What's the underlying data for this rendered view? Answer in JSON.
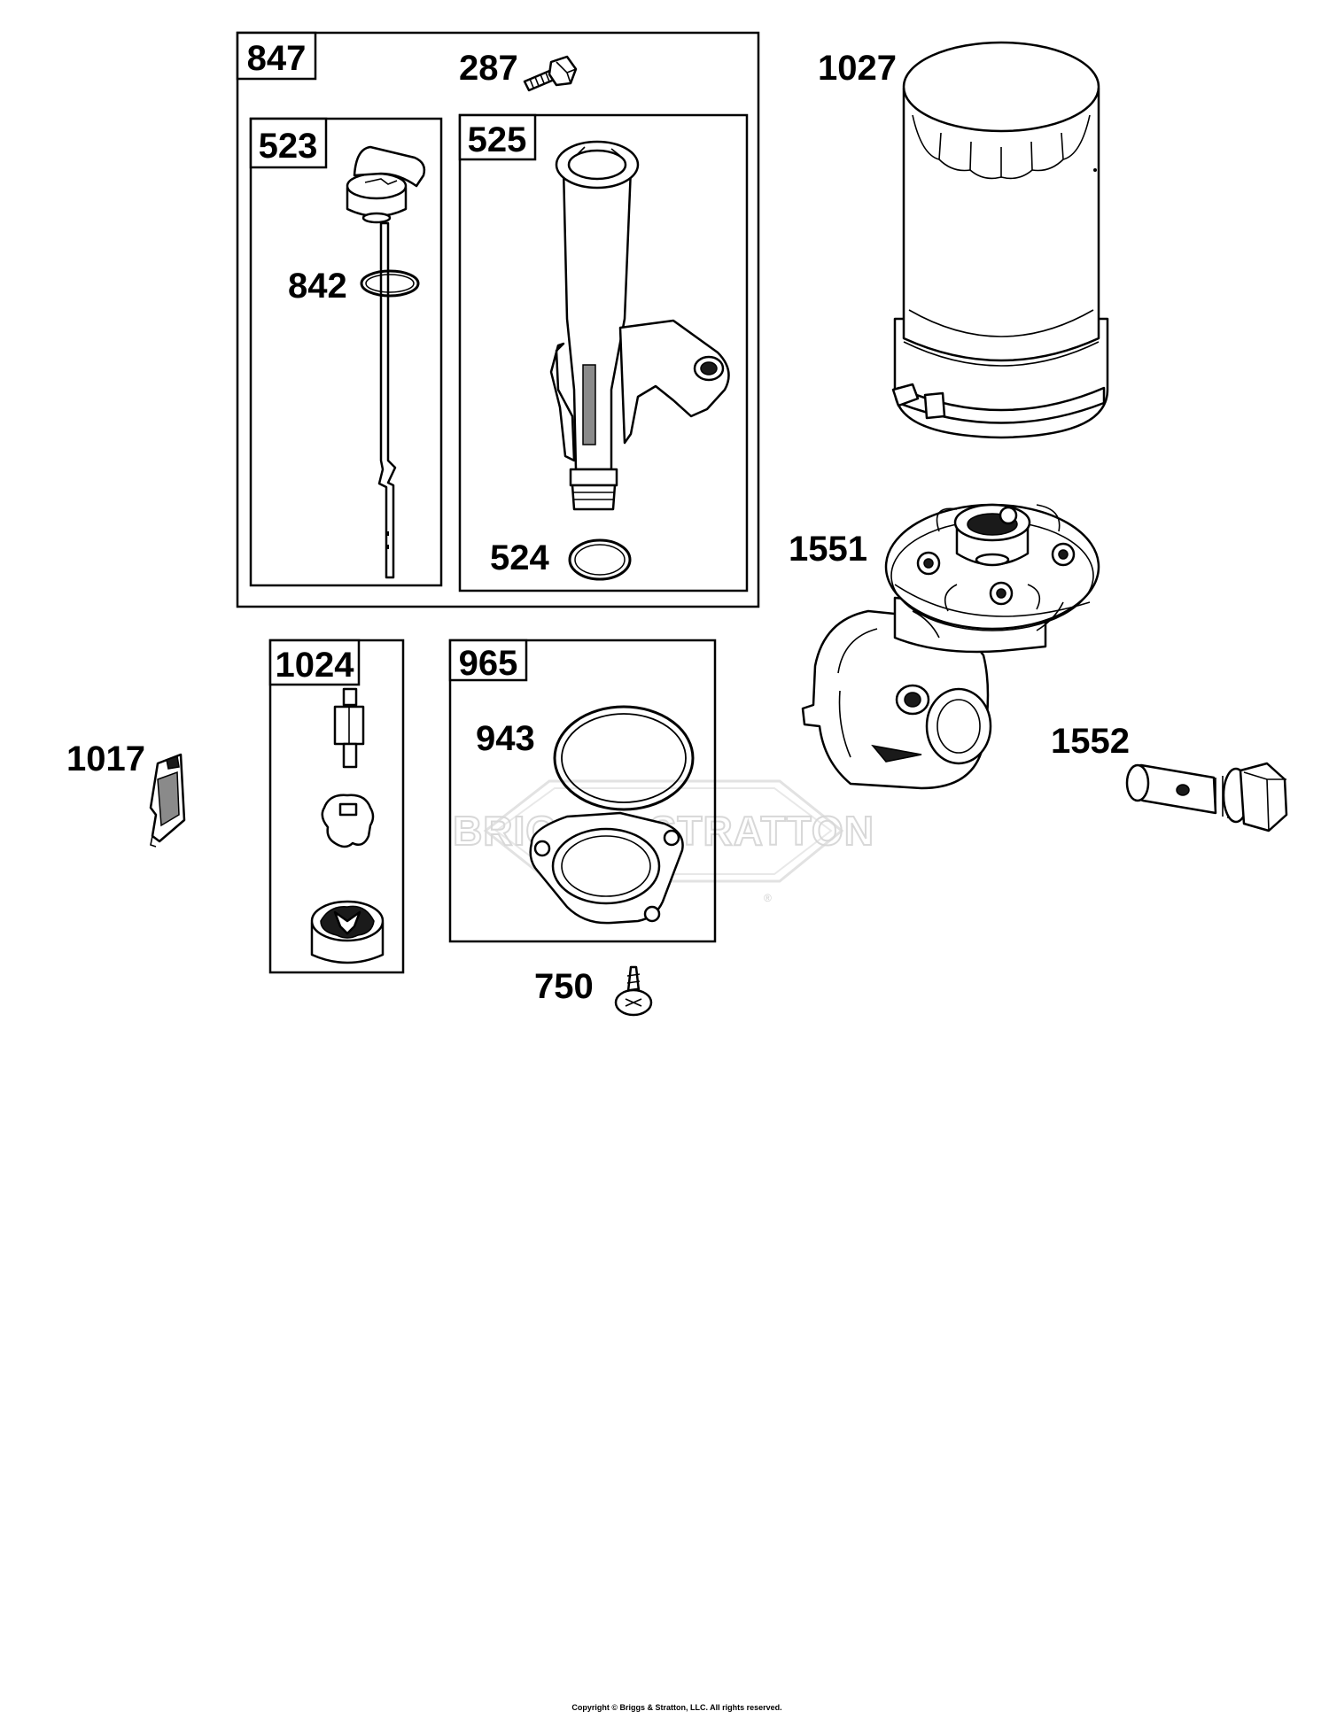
{
  "diagram": {
    "watermark": {
      "text": "BRIGGS&STRATTON",
      "mark": "®"
    },
    "copyright": "Copyright © Briggs & Stratton, LLC. All rights reserved.",
    "boxes": {
      "b847": "847",
      "b523": "523",
      "b525": "525",
      "b1024": "1024",
      "b965": "965"
    },
    "callouts": {
      "c287": "287",
      "c842": "842",
      "c524": "524",
      "c1027": "1027",
      "c1551": "1551",
      "c1552": "1552",
      "c1017": "1017",
      "c943": "943",
      "c750": "750"
    },
    "icons": [
      "screw-icon",
      "dipstick-icon",
      "o-ring-icon",
      "fill-tube-icon",
      "oil-filter-icon",
      "filter-adapter-icon",
      "adapter-bolt-icon",
      "clip-icon",
      "pump-rotor-icon",
      "gasket-ring-icon",
      "cover-plate-icon"
    ]
  }
}
